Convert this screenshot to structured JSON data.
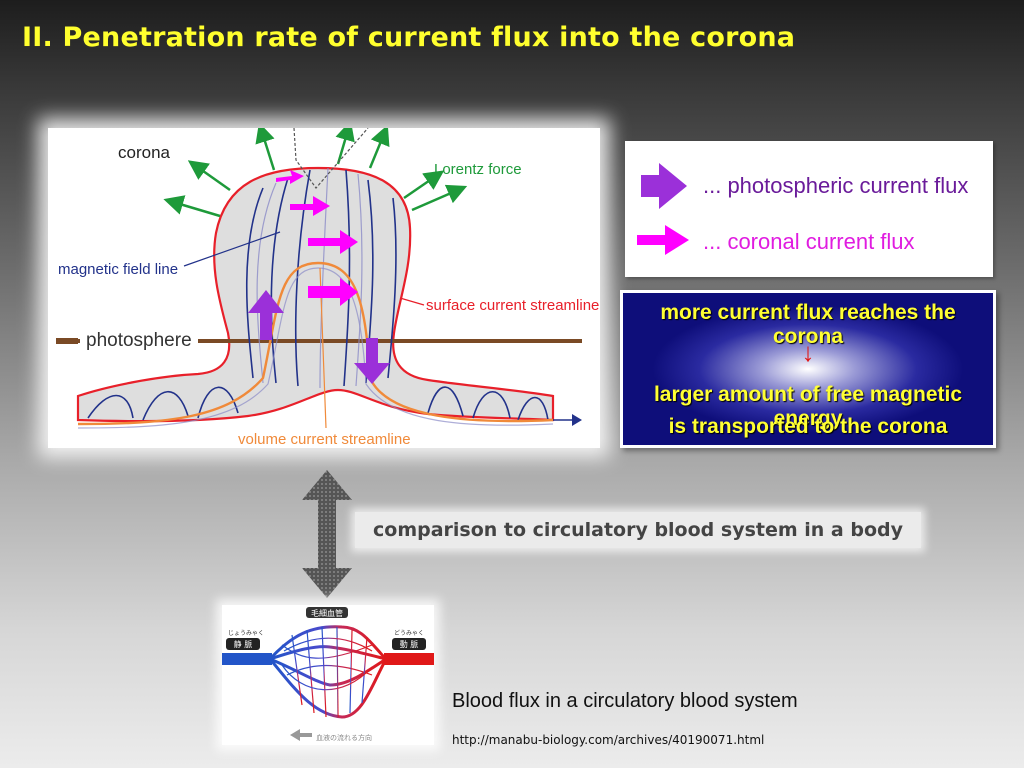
{
  "title": "II. Penetration rate of current flux into the corona",
  "figure": {
    "corona_label": "corona",
    "lorentz_label": "Lorentz force",
    "field_line_label": "magnetic field line",
    "surface_label": "surface current streamline",
    "photosphere_label": "photosphere",
    "volume_label": "volume current streamline"
  },
  "legend": {
    "photospheric": "... photospheric current flux",
    "coronal": "... coronal current flux"
  },
  "info_box": {
    "line1": "more current flux reaches the corona",
    "arrow": "↓",
    "line2": "larger amount of free magnetic energy",
    "line3": "is transported to the corona"
  },
  "comparison": "comparison to circulatory blood system in a body",
  "blood": {
    "label_top": "毛細血管",
    "label_left_ruby": "じょうみゃく",
    "label_left": "静 脈",
    "label_right_ruby": "どうみゃく",
    "label_right": "動 脈",
    "label_bottom": "血液の流れる方向",
    "caption": "Blood flux in a circulatory blood system",
    "url": "http://manabu-biology.com/archives/40190071.html"
  },
  "colors": {
    "title": "#ffff2e",
    "photospheric_arrow": "#9b30d9",
    "coronal_arrow": "#ff00ff",
    "lorentz": "#1e9a3a",
    "field_line": "#22328a",
    "surface_current": "#e8202a",
    "volume_current": "#f08a3a",
    "photosphere": "#7a4a25"
  }
}
